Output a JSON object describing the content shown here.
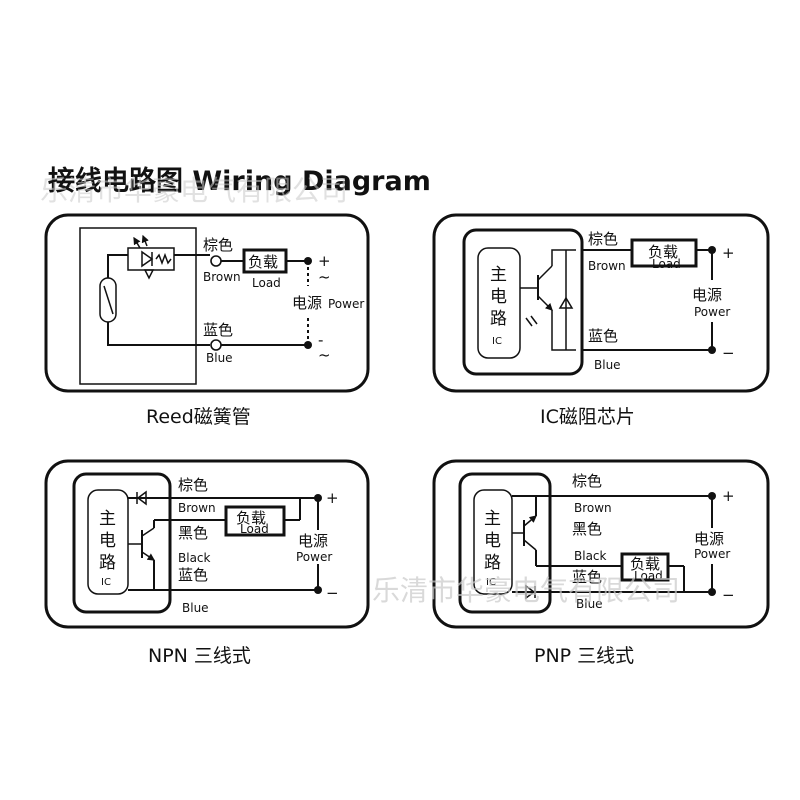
{
  "title": "接线电路图 Wiring Diagram",
  "watermark": "乐清市华豪电气有限公司",
  "panels": {
    "reed": {
      "caption": "Reed磁簧管",
      "brown_cn": "棕色",
      "brown_en": "Brown",
      "blue_cn": "蓝色",
      "blue_en": "Blue",
      "load_cn": "负载",
      "load_en": "Load",
      "power_cn": "电源",
      "power_en": "Power",
      "plus_sym": "+",
      "tilde_top": "~",
      "minus_sym": "-",
      "tilde_bottom": "~"
    },
    "ic": {
      "caption": "IC磁阻芯片",
      "ic_cn_1": "主",
      "ic_cn_2": "电",
      "ic_cn_3": "路",
      "ic_en": "IC",
      "brown_cn": "棕色",
      "brown_en": "Brown",
      "blue_cn": "蓝色",
      "blue_en": "Blue",
      "load_cn": "负载",
      "load_en": "Load",
      "power_cn": "电源",
      "power_en": "Power",
      "plus_sym": "+",
      "minus_sym": "−"
    },
    "npn": {
      "caption": "NPN 三线式",
      "ic_cn_1": "主",
      "ic_cn_2": "电",
      "ic_cn_3": "路",
      "ic_en": "IC",
      "brown_cn": "棕色",
      "brown_en": "Brown",
      "black_cn": "黑色",
      "black_en": "Black",
      "blue_cn": "蓝色",
      "blue_en": "Blue",
      "load_cn": "负载",
      "load_en": "Load",
      "power_cn": "电源",
      "power_en": "Power",
      "plus_sym": "+",
      "minus_sym": "−"
    },
    "pnp": {
      "caption": "PNP 三线式",
      "ic_cn_1": "主",
      "ic_cn_2": "电",
      "ic_cn_3": "路",
      "ic_en": "IC",
      "brown_cn": "棕色",
      "brown_en": "Brown",
      "black_cn": "黑色",
      "black_en": "Black",
      "blue_cn": "蓝色",
      "blue_en": "Blue",
      "load_cn": "负载",
      "load_en": "Load",
      "power_cn": "电源",
      "power_en": "Power",
      "plus_sym": "+",
      "minus_sym": "−"
    }
  }
}
